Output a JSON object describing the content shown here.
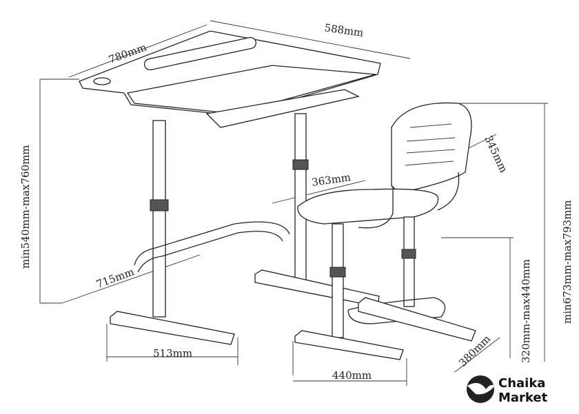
{
  "dimensions": {
    "desk_width": "780mm",
    "desk_depth": "588mm",
    "desk_height": "min540mm-max760mm",
    "seat_width": "363mm",
    "seat_depth": "345mm",
    "desk_leg_depth": "715mm",
    "chair_height": "min673mm-max793mm",
    "seat_height": "320mm-max440mm",
    "desk_foot_span": "513mm",
    "chair_foot_span": "440mm",
    "chair_foot_depth": "380mm"
  },
  "logo": {
    "line1": "Chaika",
    "line2": "Market"
  },
  "colors": {
    "line": "#222222",
    "background": "#ffffff"
  }
}
